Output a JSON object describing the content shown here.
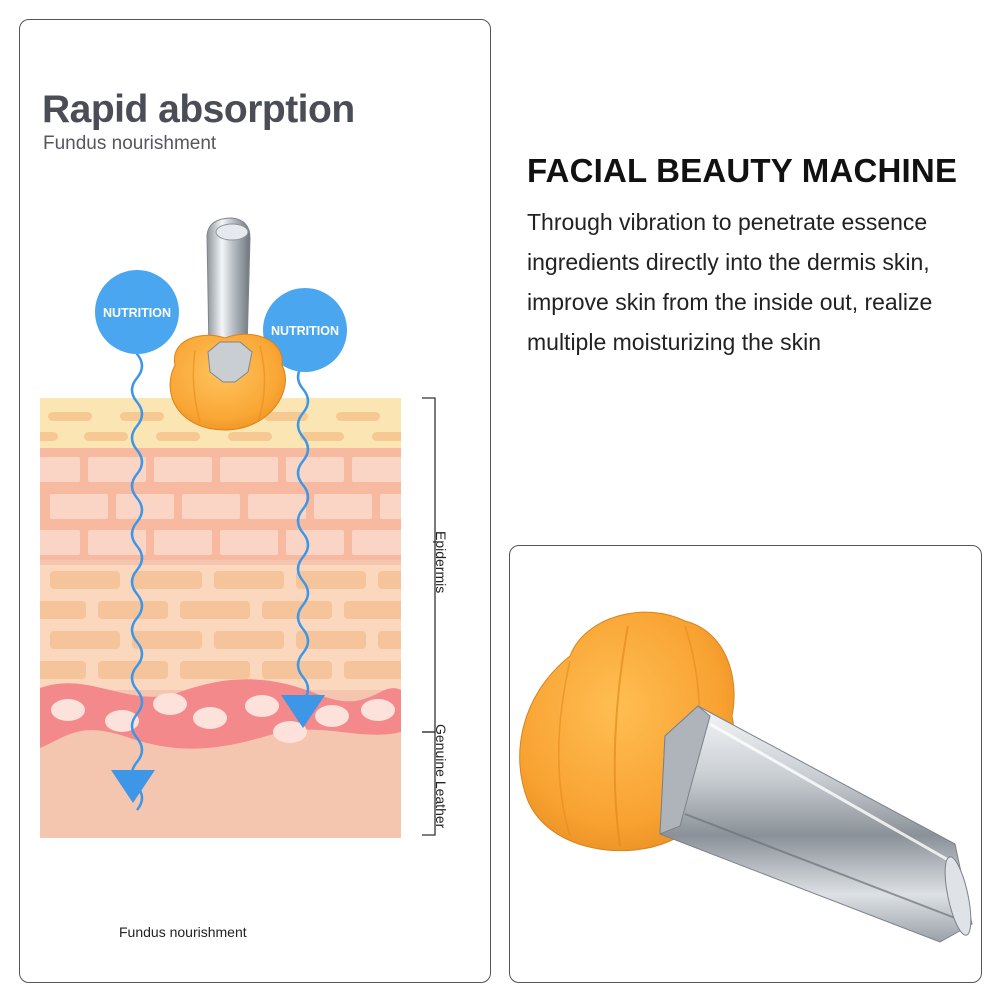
{
  "left_panel": {
    "title": "Rapid absorption",
    "subtitle": "Fundus nourishment",
    "nutrition_badge_left": "NUTRITION",
    "nutrition_badge_right": "NUTRITION",
    "bracket_label_epidermis": "Epidermis",
    "bracket_label_dermis": "Genuine Leather",
    "footer_note": "Fundus nourishment"
  },
  "right_text": {
    "headline": "FACIAL BEAUTY MACHINE",
    "description_lines": [
      "Through vibration to penetrate essence",
      "ingredients directly into the dermis skin,",
      "improve skin from the inside out, realize",
      "multiple moisturizing the skin"
    ]
  },
  "colors": {
    "badge_blue": "#4aa6ee",
    "arrow_blue": "#3d97e6",
    "device_orange": "#f9a93b",
    "title_gray": "#4a4c56"
  },
  "icons": {
    "device_illustration": "facial-massager-icon",
    "product_photo": "facial-massager-product-icon"
  }
}
